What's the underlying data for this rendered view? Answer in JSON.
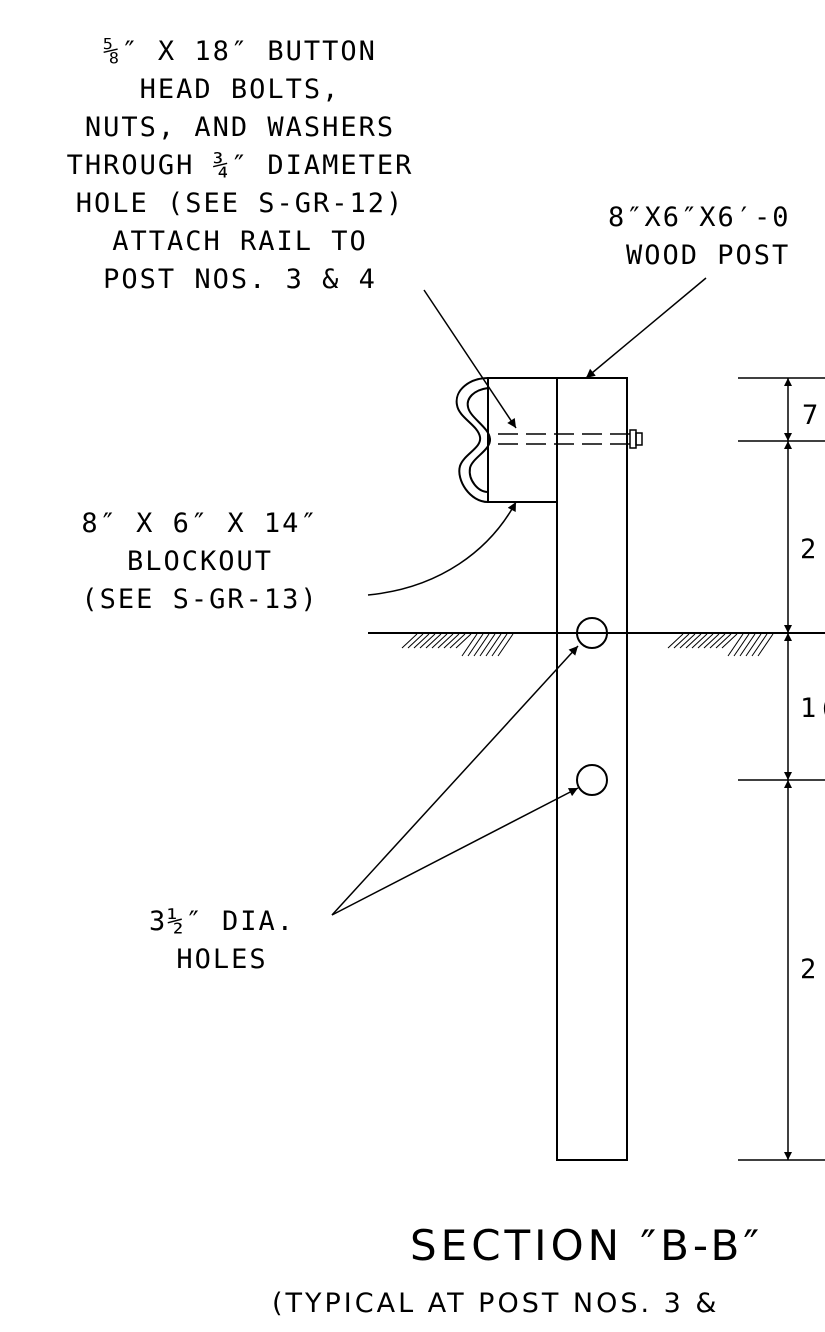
{
  "notes": {
    "bolts": [
      "⅝″ X 18″ BUTTON",
      "HEAD BOLTS,",
      "NUTS, AND WASHERS",
      "THROUGH ¾″ DIAMETER",
      "HOLE (SEE S-GR-12)",
      "ATTACH RAIL TO",
      "POST NOS. 3 & 4"
    ],
    "post": [
      "8″X6″X6′-0",
      "WOOD POST"
    ],
    "blockout": [
      "8″ X 6″ X 14″",
      "BLOCKOUT",
      "(SEE S-GR-13)"
    ],
    "holes": [
      "3½″ DIA.",
      "HOLES"
    ]
  },
  "dimensions": [
    "7",
    "2",
    "1(",
    "2"
  ],
  "section": {
    "title": "SECTION ″B-B″",
    "subtitle": "(TYPICAL AT POST NOS. 3 &"
  }
}
